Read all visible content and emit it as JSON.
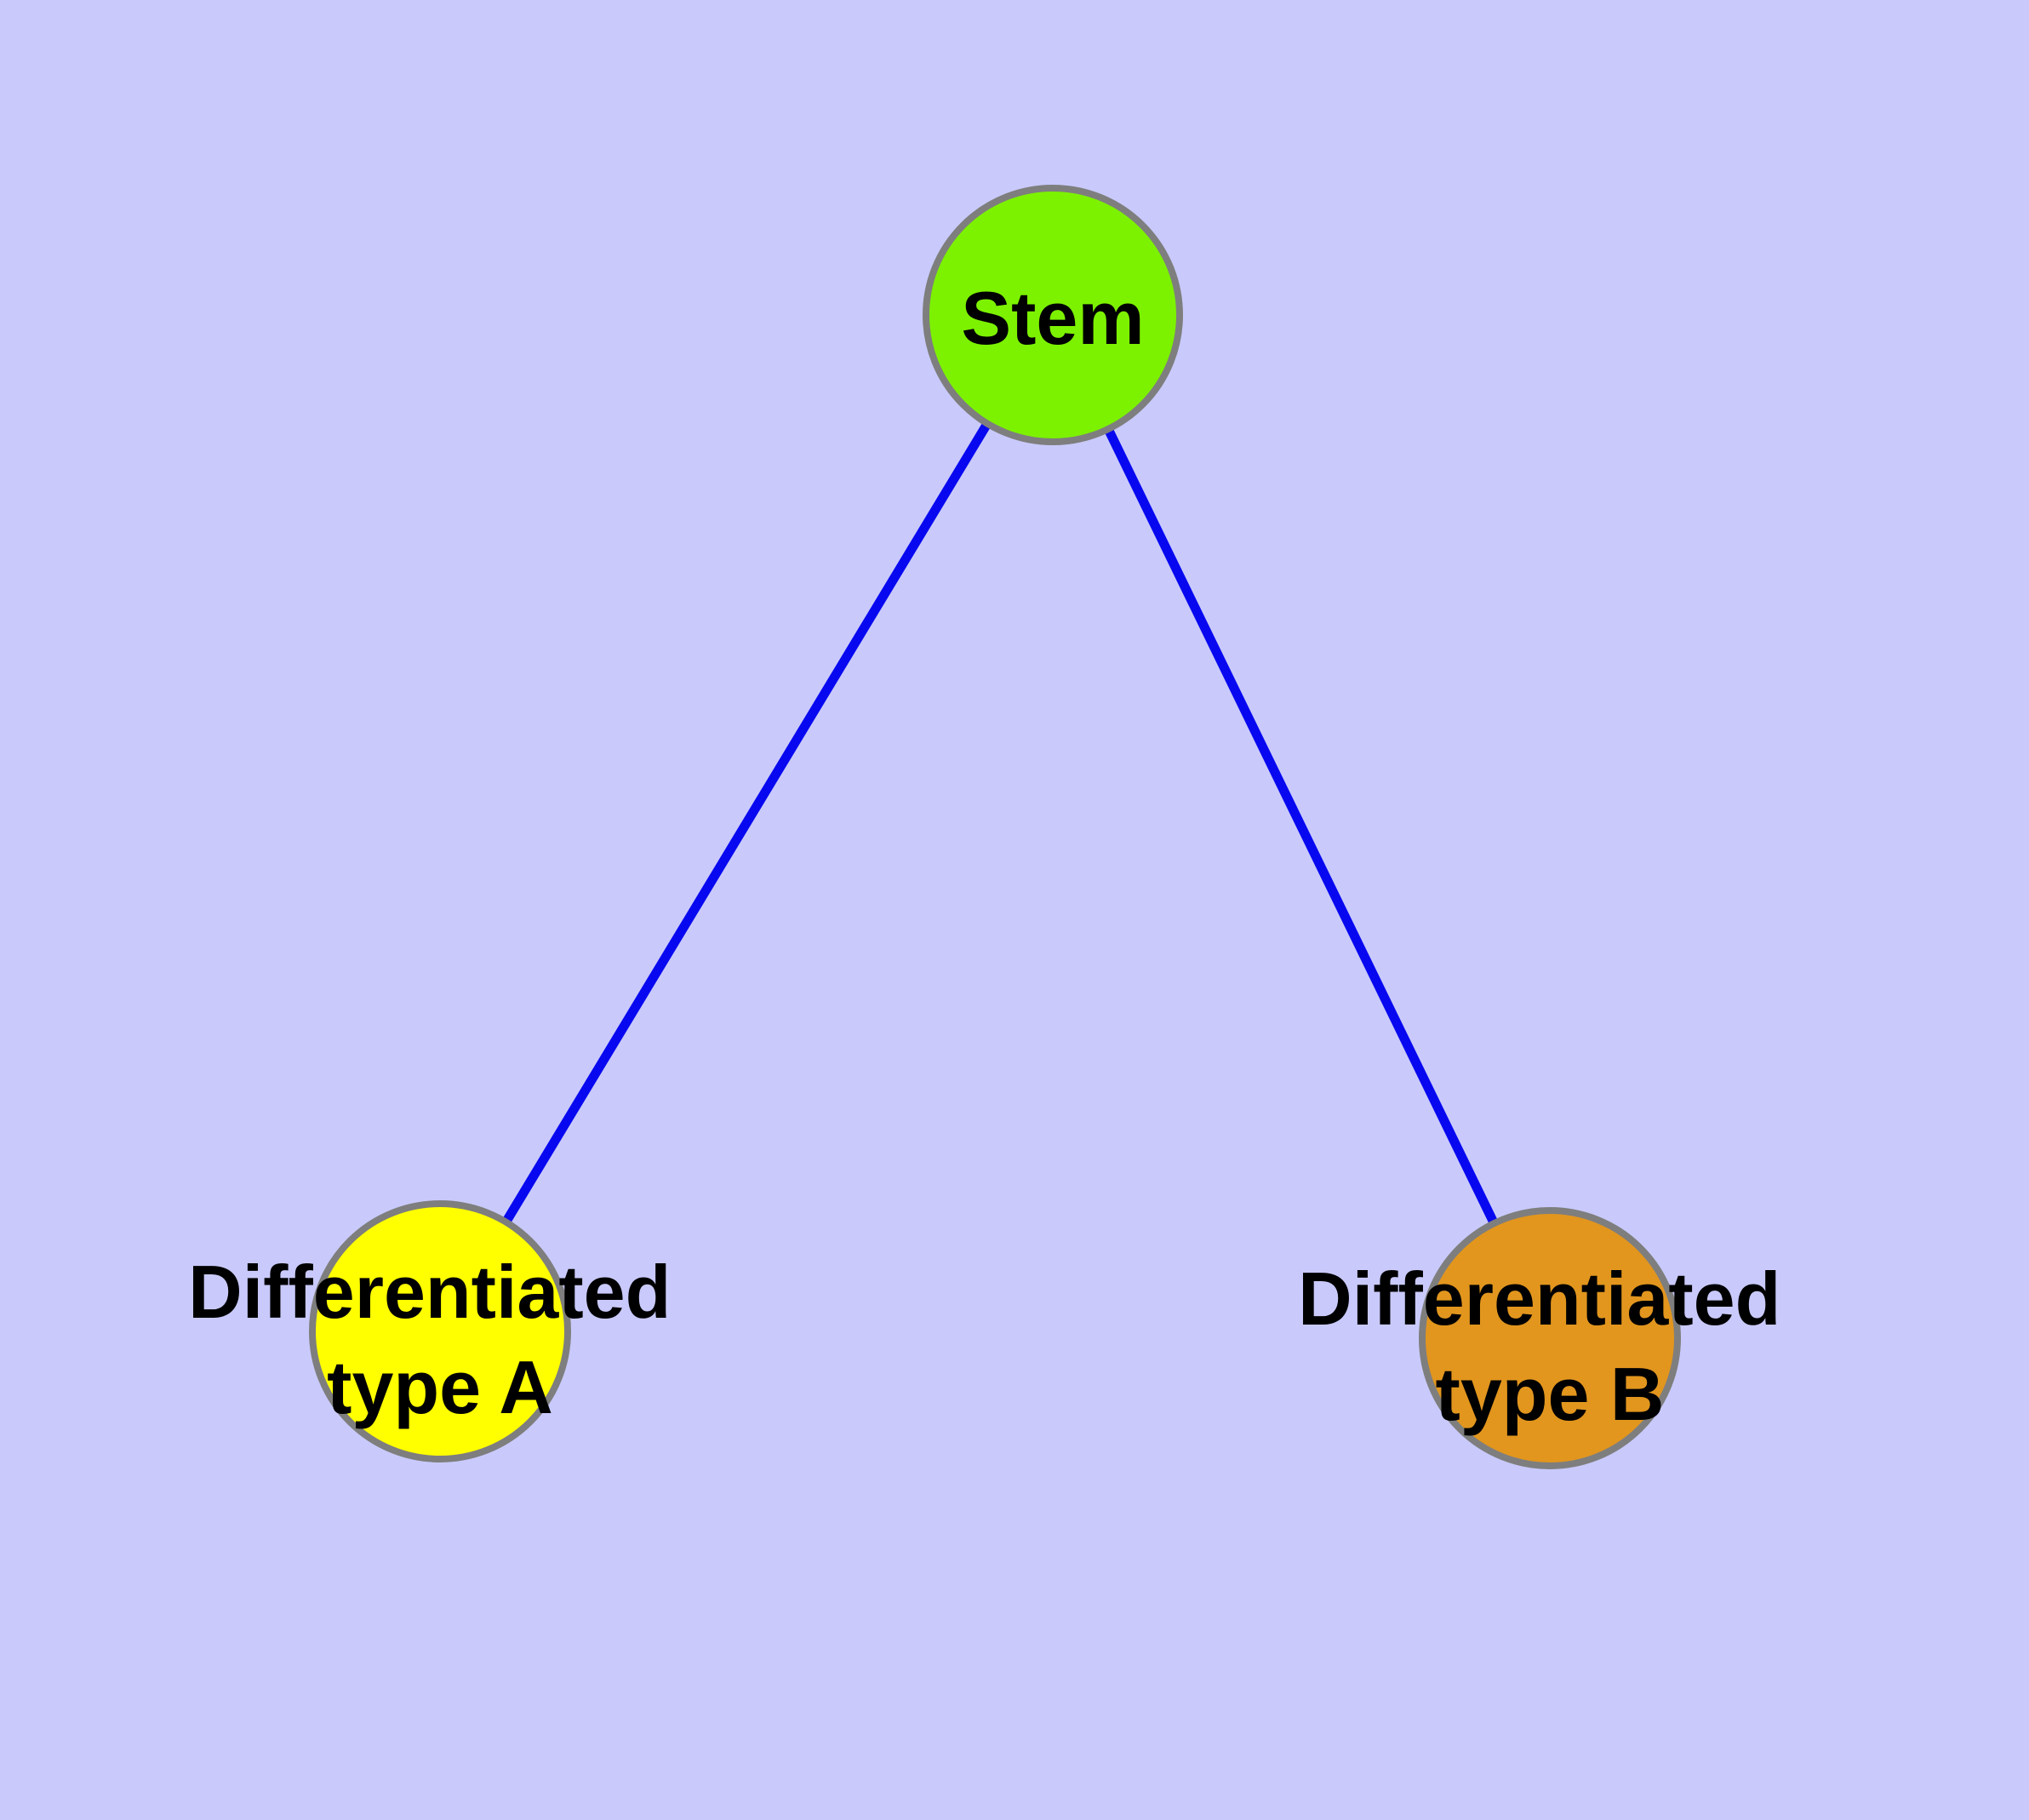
{
  "background_color": "#C9CAFB",
  "label_color": "#000000",
  "node_border_color": "#7E7E7E",
  "edge_color": "#0808F0",
  "nodes": {
    "stem": {
      "label": "Stem",
      "fill": "#7CF200"
    },
    "type_a": {
      "label_line1": "Differentiated",
      "label_line2": "type A",
      "fill": "#FFFF00"
    },
    "type_b": {
      "label_line1": "Differentiated",
      "label_line2": "type B",
      "fill": "#E2961E"
    }
  },
  "edges": [
    {
      "from": "stem",
      "to": "type_a"
    },
    {
      "from": "stem",
      "to": "type_b"
    }
  ]
}
